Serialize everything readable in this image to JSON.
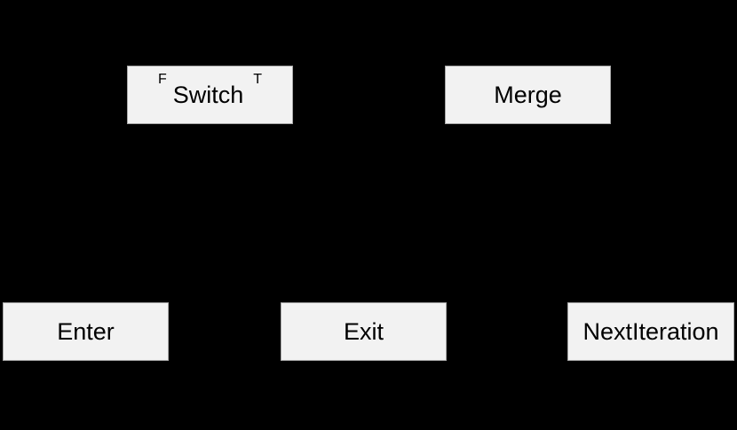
{
  "diagram": {
    "description": "Control-flow primitive operators diagram",
    "colors": {
      "background": "#000000",
      "node_fill": "#f2f2f2",
      "node_border": "#a8a8a8",
      "node_text": "#000000"
    },
    "nodes": {
      "switch": {
        "label": "Switch",
        "false_port": "F",
        "true_port": "T"
      },
      "merge": {
        "label": "Merge"
      },
      "enter": {
        "label": "Enter"
      },
      "exit": {
        "label": "Exit"
      },
      "next_iteration": {
        "label": "NextIteration"
      }
    }
  }
}
